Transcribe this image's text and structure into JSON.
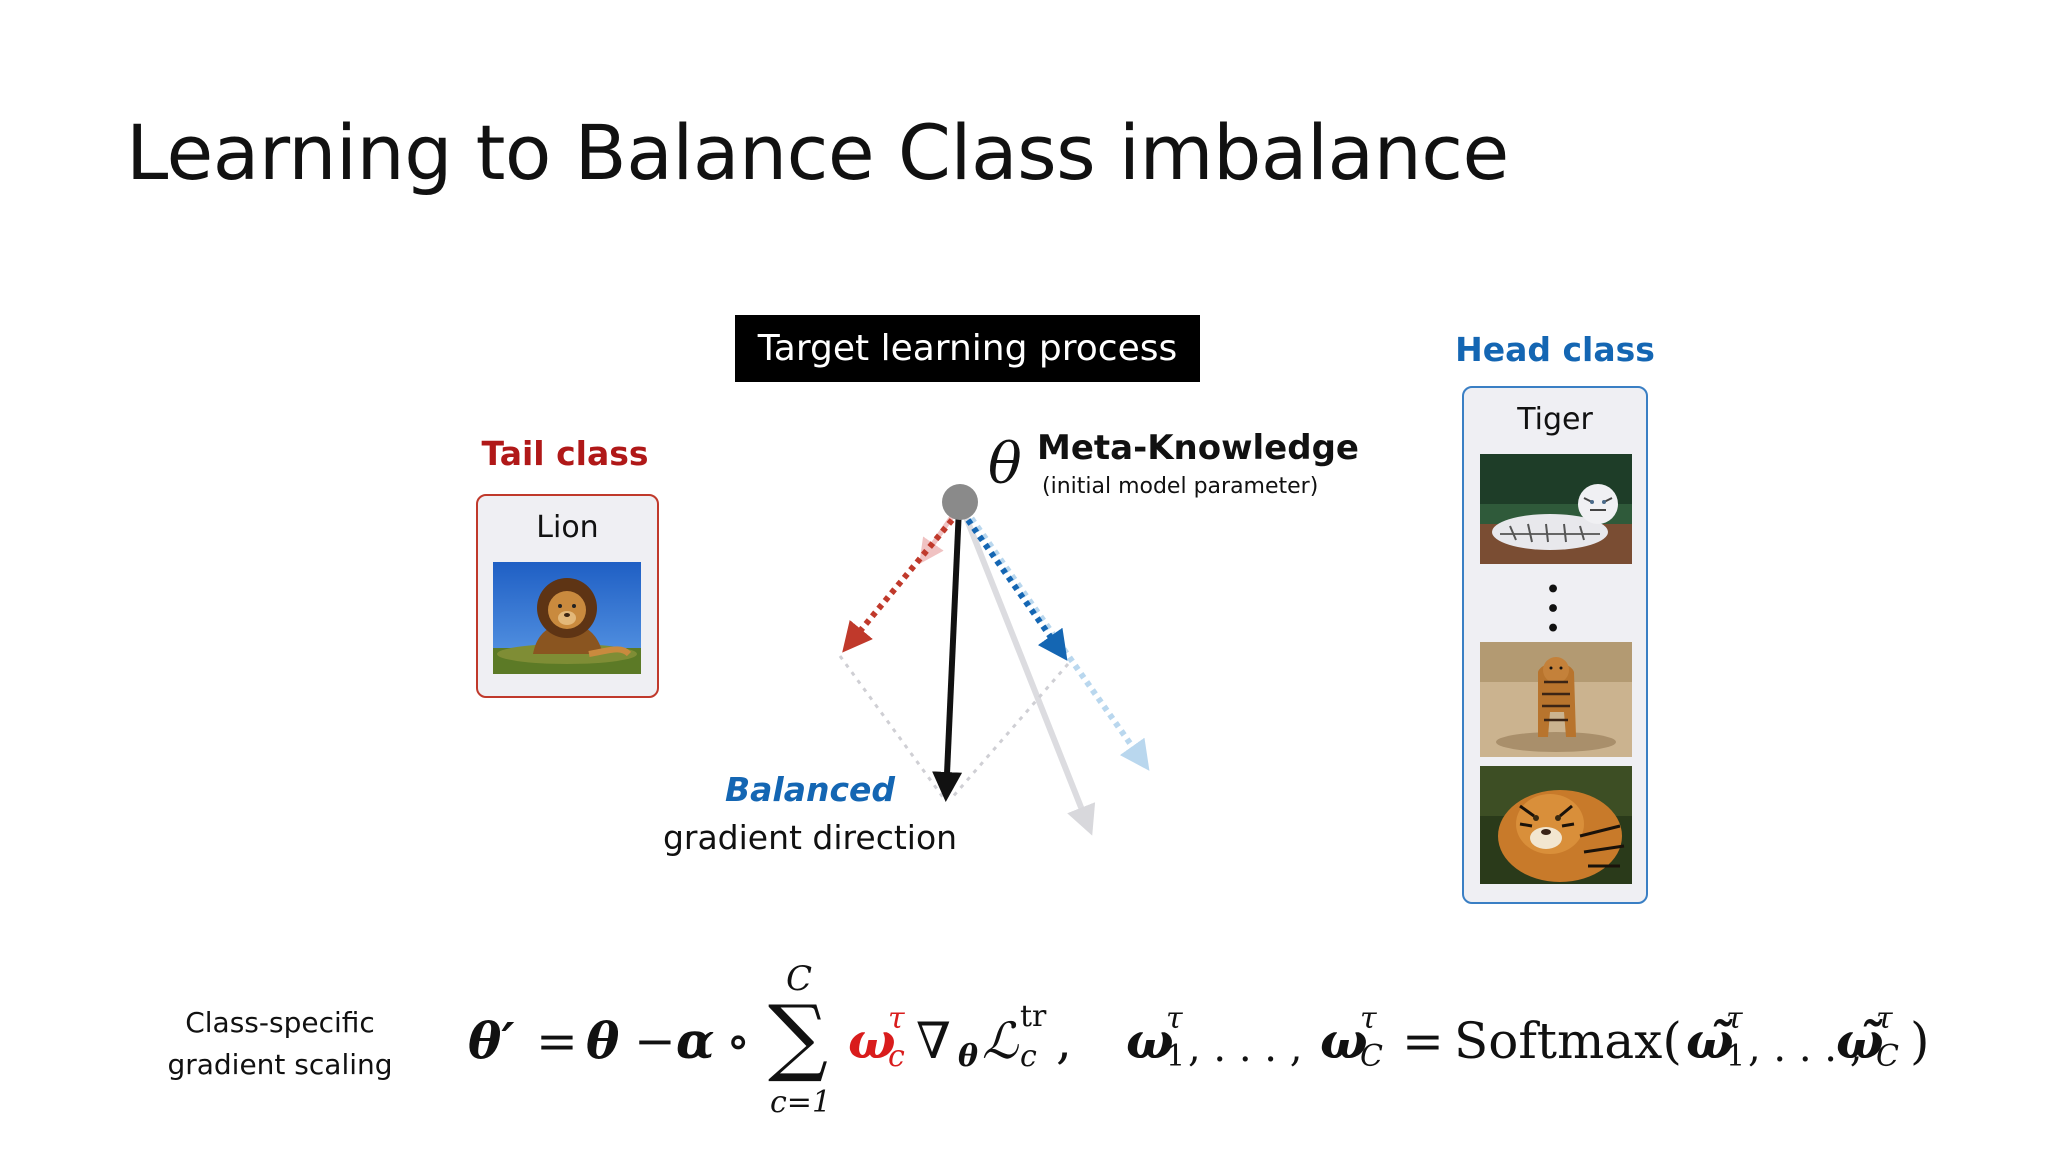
{
  "slide": {
    "title": "Learning to Balance Class imbalance",
    "target_banner": "Target learning process"
  },
  "tail": {
    "heading": "Tail class",
    "card_label": "Lion",
    "image": "lion-photo"
  },
  "head": {
    "heading": "Head class",
    "card_label": "Tiger",
    "images": [
      "white-tiger-photo",
      "walking-tiger-photo",
      "tiger-face-photo"
    ],
    "ellipsis": "⋮"
  },
  "meta": {
    "symbol": "θ",
    "title": "Meta-Knowledge",
    "subtitle": "(initial model parameter)"
  },
  "balanced": {
    "word": "Balanced",
    "rest": "gradient direction"
  },
  "formula": {
    "label_line1": "Class-specific",
    "label_line2": "gradient scaling",
    "theta_prime": "θ′",
    "eq": "=",
    "theta": "θ",
    "minus": "−",
    "alpha": "α",
    "compose": "∘",
    "sigma": "∑",
    "sum_upper": "C",
    "sum_lower": "c=1",
    "omega": "ω",
    "omega_sup": "τ",
    "omega_sub": "c",
    "nabla": "∇",
    "nabla_sub": "θ",
    "loss": "ℒ",
    "loss_sup": "tr",
    "loss_sub": "c",
    "comma": ",",
    "omega_list": "ω",
    "list_sub_1": "1",
    "list_dots": ", . . . ,",
    "list_sub_C": "C",
    "softmax": "Softmax(",
    "tilde_omega": "ω̃",
    "close_paren": ")"
  },
  "colors": {
    "tail": "#c0392b",
    "head": "#1466b3",
    "balanced": "#111111",
    "faded_arrow": "#d8d8dc",
    "faded_blue": "#b9d7ee",
    "node": "#888888"
  }
}
